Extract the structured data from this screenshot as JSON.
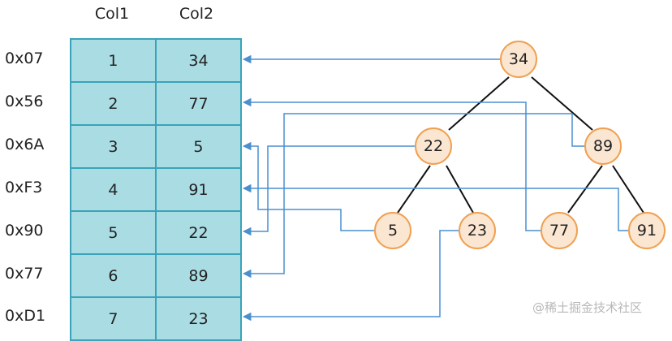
{
  "headers": [
    "Col1",
    "Col2"
  ],
  "rows": [
    {
      "addr": "0x07",
      "col1": "1",
      "col2": "34"
    },
    {
      "addr": "0x56",
      "col1": "2",
      "col2": "77"
    },
    {
      "addr": "0x6A",
      "col1": "3",
      "col2": "5"
    },
    {
      "addr": "0xF3",
      "col1": "4",
      "col2": "91"
    },
    {
      "addr": "0x90",
      "col1": "5",
      "col2": "22"
    },
    {
      "addr": "0x77",
      "col1": "6",
      "col2": "89"
    },
    {
      "addr": "0xD1",
      "col1": "7",
      "col2": "23"
    }
  ],
  "tree": {
    "root": "34",
    "level2": [
      "22",
      "89"
    ],
    "leaves": [
      "5",
      "23",
      "77",
      "91"
    ]
  },
  "colors": {
    "table_fill": "#a9dce3",
    "table_border": "#3aa3b9",
    "node_fill": "#fbe6d2",
    "node_border": "#f0a050",
    "pointer_line": "#4a8fd0",
    "tree_edge": "#111111"
  },
  "watermark": "@稀土掘金技术社区"
}
